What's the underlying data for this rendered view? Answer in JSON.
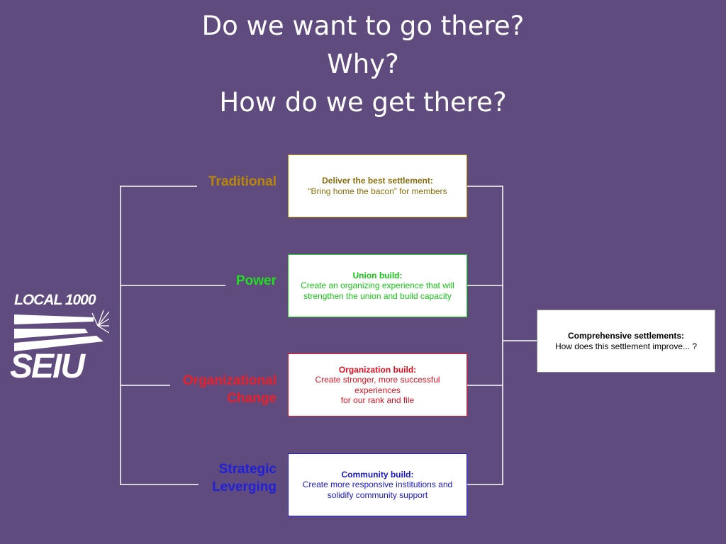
{
  "title": {
    "line1": "Do we want to go there?",
    "line2": "Why?",
    "line3": "How do we get there?"
  },
  "logo": {
    "local": "LOCAL 1000",
    "seiu": "SEIU"
  },
  "approaches": [
    {
      "label": "Traditional",
      "color": "#b8860b",
      "box_heading": "Deliver the best settlement:",
      "box_line1": "“Bring home the bacon” for members",
      "box_line2": ""
    },
    {
      "label": "Power",
      "color": "#22dd22",
      "box_heading": "Union build:",
      "box_line1": "Create an organizing experience that will",
      "box_line2": "strengthen the union and build capacity"
    },
    {
      "label_line1": "Organizational",
      "label_line2": "Change",
      "color": "#e8202a",
      "box_heading": "Organization build:",
      "box_line1": "Create stronger, more successful experiences",
      "box_line2": "for our rank and file"
    },
    {
      "label_line1": "Strategic",
      "label_line2": "Leverging",
      "color": "#2020d8",
      "box_heading": "Community build:",
      "box_line1": "Create more responsive institutions and",
      "box_line2": "solidify community support"
    }
  ],
  "outcome": {
    "heading": "Comprehensive settlements:",
    "line1": "How does this settlement improve... ?",
    "color": "#000000"
  }
}
